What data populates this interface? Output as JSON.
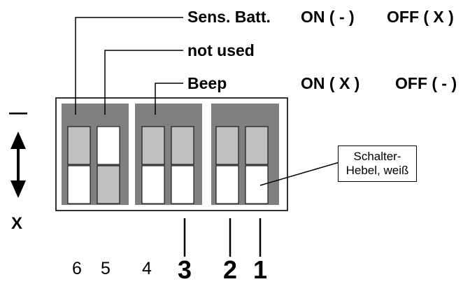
{
  "labels": {
    "sens_batt": "Sens. Batt.",
    "sens_batt_on": "ON ( - )",
    "sens_batt_off": "OFF ( X )",
    "not_used": "not used",
    "beep": "Beep",
    "beep_on": "ON ( X )",
    "beep_off": "OFF ( - )"
  },
  "arrow": {
    "top_label": "—",
    "bottom_label": "X"
  },
  "callout": {
    "line1": "Schalter-",
    "line2": "Hebel, weiß"
  },
  "switch_numbers": [
    "6",
    "5",
    "4",
    "3",
    "2",
    "1"
  ],
  "switches": [
    {
      "number": "6",
      "lever": "bottom"
    },
    {
      "number": "5",
      "lever": "top"
    },
    {
      "number": "4",
      "lever": "bottom"
    },
    {
      "number": "3",
      "lever": "bottom"
    },
    {
      "number": "2",
      "lever": "bottom"
    },
    {
      "number": "1",
      "lever": "bottom"
    }
  ],
  "colors": {
    "housing": "#808080",
    "slot_gray": "#c0c0c0",
    "lever_white": "#ffffff",
    "outline": "#000000"
  }
}
